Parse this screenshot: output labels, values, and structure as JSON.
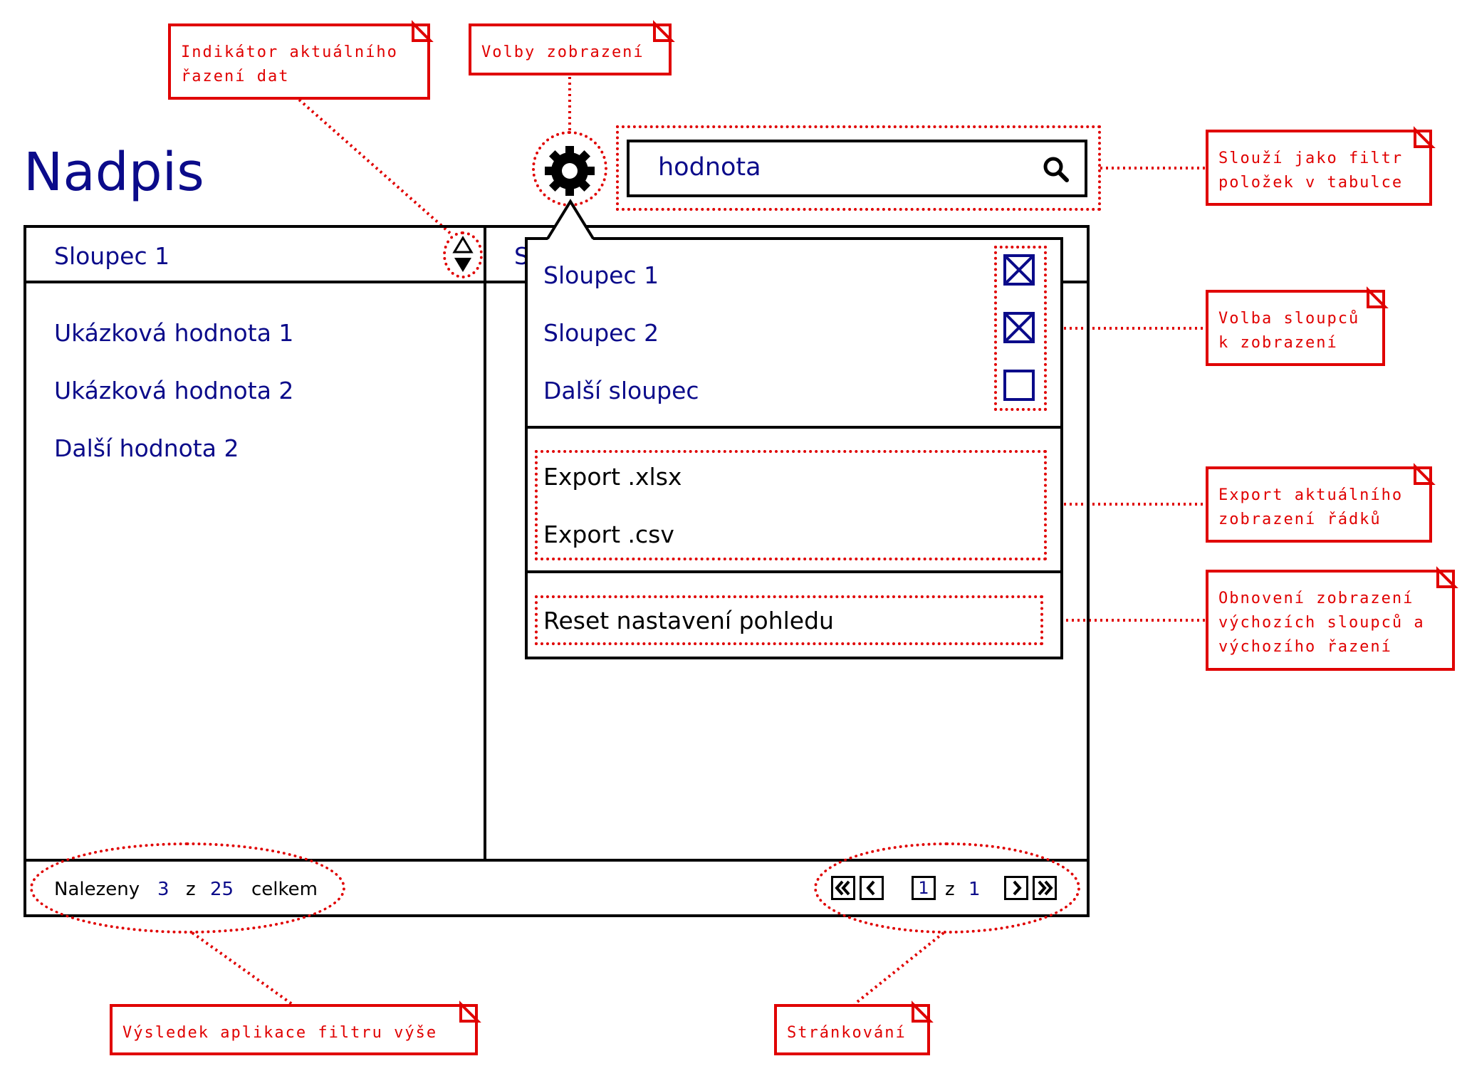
{
  "page": {
    "title": "Nadpis"
  },
  "search": {
    "value": "hodnota"
  },
  "table": {
    "columns": [
      "Sloupec 1",
      "S"
    ],
    "rows": [
      "Ukázková hodnota 1",
      "Ukázková hodnota 2",
      "Další hodnota 2"
    ]
  },
  "footer": {
    "found_label": "Nalezeny",
    "found_count": "3",
    "of_label": "z",
    "total_count": "25",
    "total_label": "celkem",
    "page_current": "1",
    "page_of_label": "z",
    "page_total": "1"
  },
  "popup": {
    "columns": [
      {
        "label": "Sloupec 1",
        "checked": true
      },
      {
        "label": "Sloupec 2",
        "checked": true
      },
      {
        "label": "Další sloupec",
        "checked": false
      }
    ],
    "export_xlsx": "Export .xlsx",
    "export_csv": "Export .csv",
    "reset": "Reset nastavení pohledu"
  },
  "annotations": {
    "sort_indicator": "Indikátor aktuálního\nřazení dat",
    "view_options": "Volby zobrazení",
    "search_filter": "Slouží jako filtr\npoložek v tabulce",
    "column_choice": "Volba sloupců\nk zobrazení",
    "export": "Export aktuálního\nzobrazení řádků",
    "reset": "Obnovení zobrazení\nvýchozích sloupců a\nvýchozího řazení",
    "filter_result": "Výsledek aplikace filtru výše",
    "paging": "Stránkování"
  },
  "colors": {
    "text_blue": "#0b0b8a",
    "annotation_red": "#e00000",
    "border": "#000000"
  },
  "icons": [
    "gear-icon",
    "search-icon",
    "sort-icon",
    "first-page-icon",
    "prev-page-icon",
    "next-page-icon",
    "last-page-icon",
    "checkbox-checked-icon",
    "checkbox-empty-icon"
  ]
}
